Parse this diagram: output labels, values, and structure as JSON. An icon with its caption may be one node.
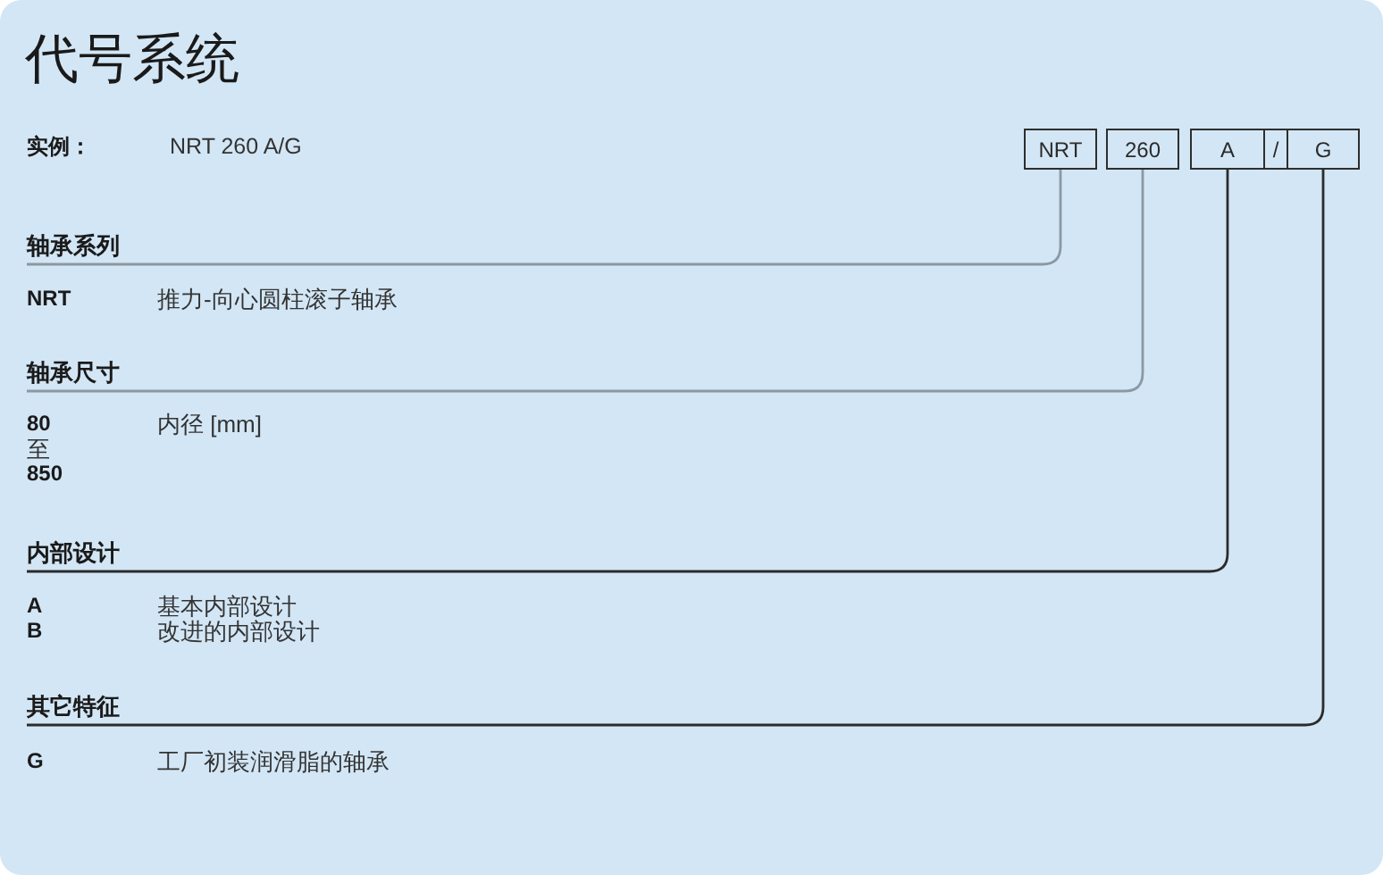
{
  "diagram": {
    "title": "代号系统",
    "nodes": [
      {
        "text": [
          "NRT"
        ]
      },
      {
        "text": [
          "260"
        ]
      },
      {
        "text": [
          "A"
        ]
      },
      {
        "text": [
          "/"
        ]
      },
      {
        "text": [
          "G"
        ]
      },
      {
        "text": [
          "轴承系列"
        ]
      },
      {
        "text": [
          "轴承尺寸"
        ]
      },
      {
        "text": [
          "内部设计"
        ]
      },
      {
        "text": [
          "其它特征"
        ]
      }
    ],
    "edges": [
      {
        "from": 0,
        "to": 5,
        "arrow": "none",
        "color": "#8c98a2"
      },
      {
        "from": 1,
        "to": 6,
        "arrow": "none",
        "color": "#8c98a2"
      },
      {
        "from": 2,
        "to": 7,
        "arrow": "none",
        "color": "#2b2b2b"
      },
      {
        "from": 4,
        "to": 8,
        "arrow": "none",
        "color": "#2b2b2b"
      }
    ],
    "labels": [
      "实例：",
      "NRT 260 A/G",
      "NRT",
      "推力-向心圆柱滚子轴承",
      "80",
      "至",
      "850",
      "内径 [mm]",
      "A",
      "基本内部设计",
      "B",
      "改进的内部设计",
      "G",
      "工厂初装润滑脂的轴承"
    ]
  }
}
